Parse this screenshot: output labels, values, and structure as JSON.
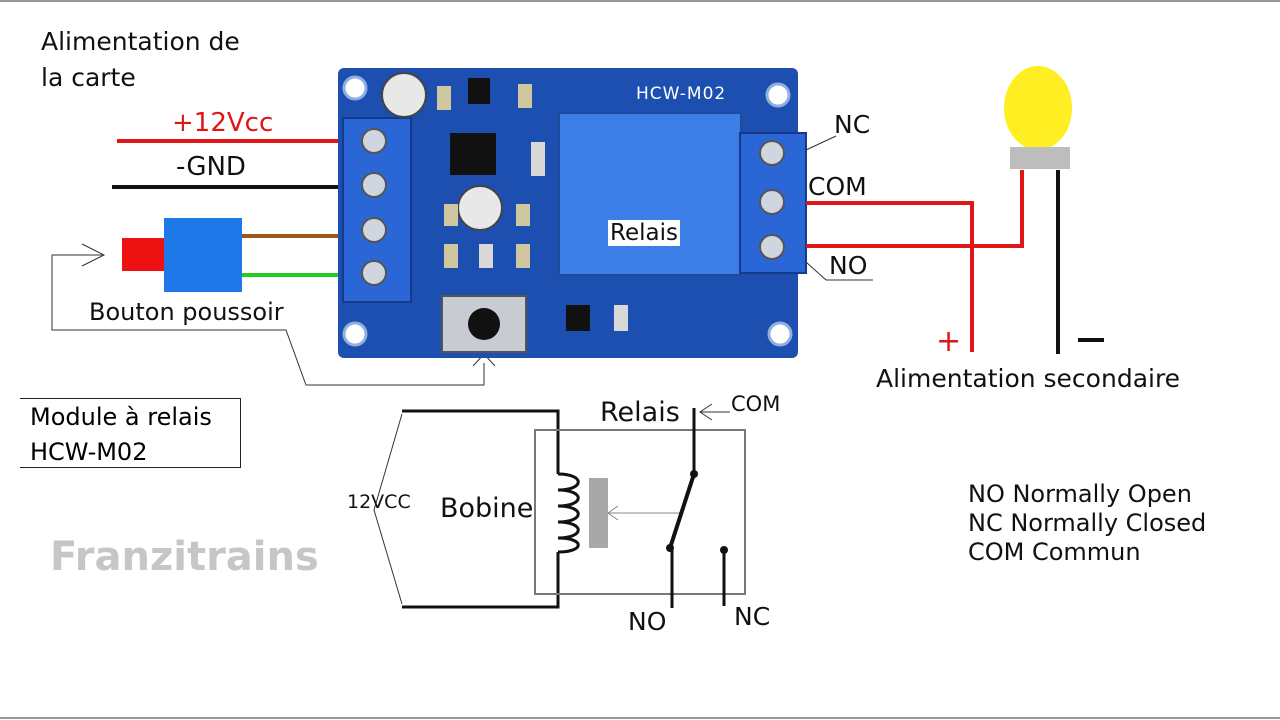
{
  "heading": {
    "line1": "Alimentation de",
    "line2": "la carte"
  },
  "power_labels": {
    "positive": "+12Vcc",
    "ground": "-GND"
  },
  "button": {
    "label": "Bouton poussoir"
  },
  "module": {
    "line1": "Module à relais",
    "line2": "HCW-M02"
  },
  "watermark": "Franzitrains",
  "board": {
    "model": "HCW-M02",
    "relay_label": "Relais"
  },
  "terminals": {
    "nc": "NC",
    "com": "COM",
    "no": "NO"
  },
  "secondary": {
    "plus": "+",
    "label": "Alimentation secondaire"
  },
  "schematic": {
    "relais": "Relais",
    "com": "COM",
    "voltage": "12VCC",
    "coil": "Bobine",
    "no": "NO",
    "nc": "NC"
  },
  "legend": [
    "NO Normally Open",
    "NC Normally Closed",
    "COM Commun"
  ],
  "colors": {
    "positive_wire": "#e01616",
    "ground_wire": "#111111",
    "brown_wire": "#a0561a",
    "green_wire": "#22cc22",
    "board": "#1c4fb0",
    "terminal_block": "#2a66d6",
    "relay": "#3a7ee6",
    "lamp": "#ffee22",
    "button_cap": "#ee1111",
    "button_body": "#1e78e8",
    "watermark": "#c6c6c6"
  }
}
